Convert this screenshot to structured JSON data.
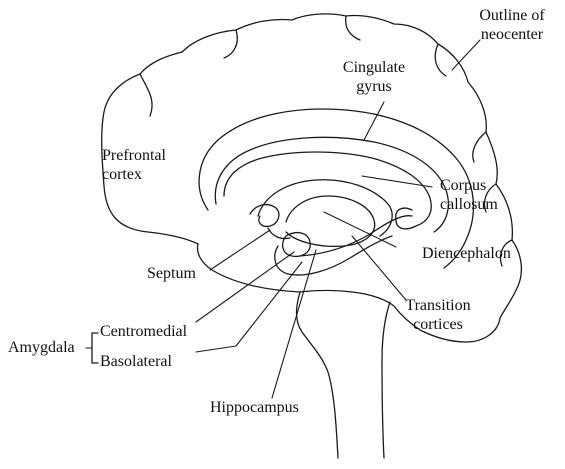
{
  "labels": {
    "outline_neocenter_line1": "Outline of",
    "outline_neocenter_line2": "neocenter",
    "cingulate_line1": "Cingulate",
    "cingulate_line2": "gyrus",
    "prefrontal_line1": "Prefrontal",
    "prefrontal_line2": "cortex",
    "corpus_line1": "Corpus",
    "corpus_line2": "callosum",
    "diencephalon": "Diencephalon",
    "septum": "Septum",
    "transition_line1": "Transition",
    "transition_line2": "cortices",
    "amygdala": "Amygdala",
    "centromedial": "Centromedial",
    "basolateral": "Basolateral",
    "hippocampus": "Hippocampus"
  }
}
